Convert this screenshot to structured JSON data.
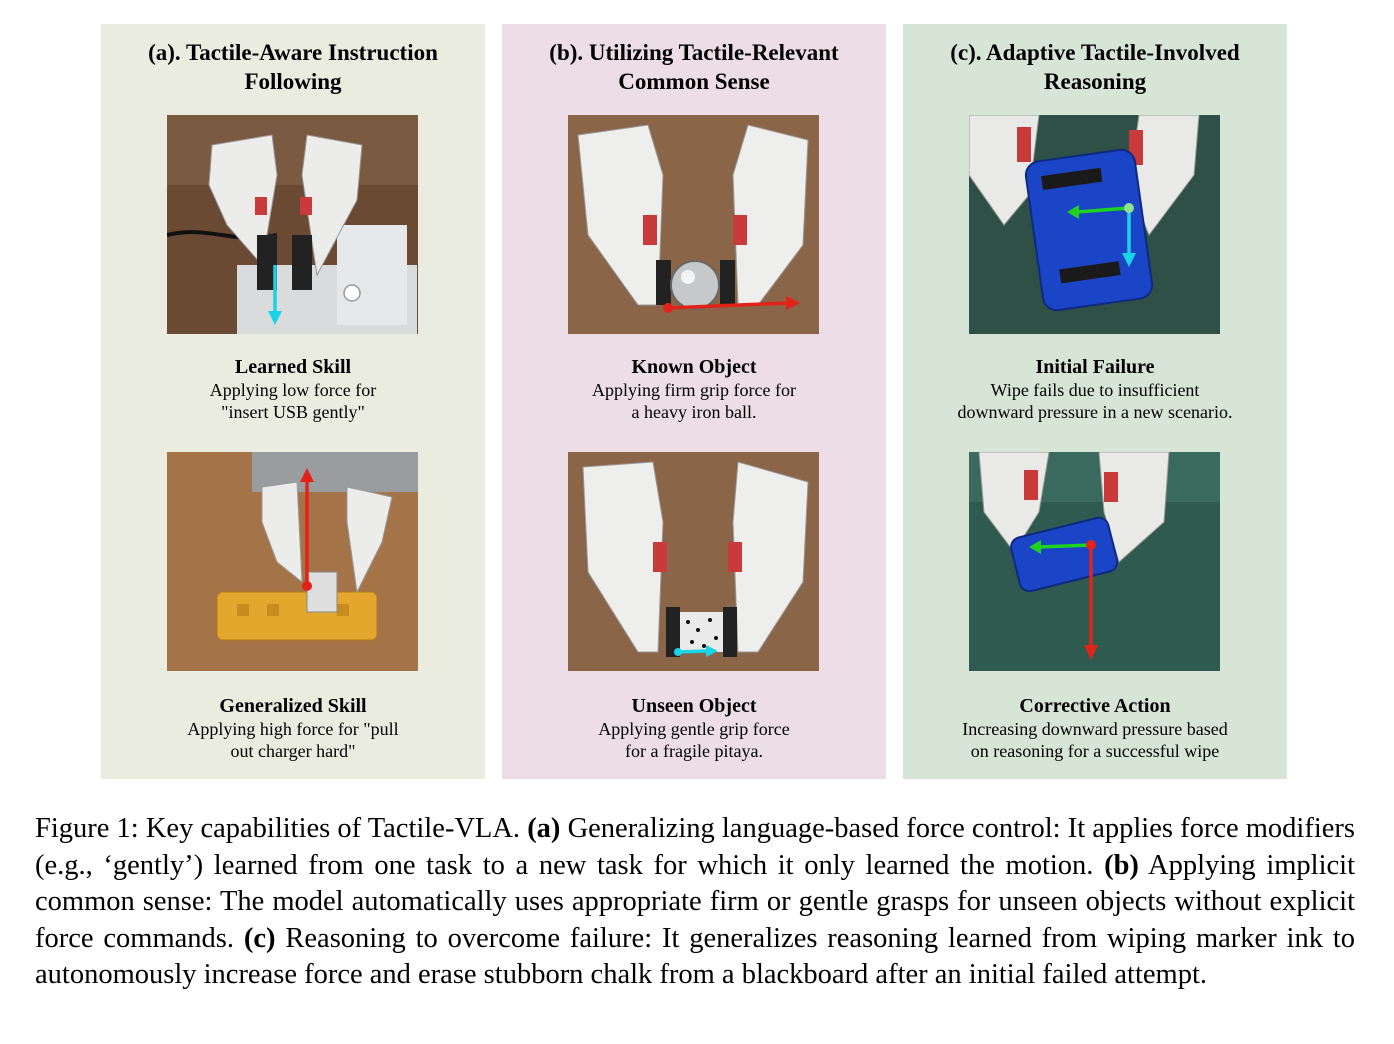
{
  "panels": [
    {
      "title_line1": "(a). Tactile-Aware Instruction",
      "title_line2": "Following",
      "top": {
        "title": "Learned Skill",
        "line1": "Applying low force for",
        "line2": "\"insert USB gently\""
      },
      "bottom": {
        "title": "Generalized Skill",
        "line1": "Applying high force for \"pull",
        "line2": "out charger hard\""
      }
    },
    {
      "title_line1": "(b). Utilizing Tactile-Relevant",
      "title_line2": "Common Sense",
      "top": {
        "title": "Known Object",
        "line1": "Applying firm grip force for",
        "line2": "a heavy iron ball."
      },
      "bottom": {
        "title": "Unseen Object",
        "line1": "Applying gentle grip force",
        "line2": "for a fragile pitaya."
      }
    },
    {
      "title_line1": "(c). Adaptive Tactile-Involved",
      "title_line2": "Reasoning",
      "top": {
        "title": "Initial Failure",
        "line1": "Wipe fails due to insufficient",
        "line2": "downward pressure in a new scenario."
      },
      "bottom": {
        "title": "Corrective Action",
        "line1": "Increasing downward pressure based",
        "line2": "on reasoning for a successful wipe"
      }
    }
  ],
  "caption": {
    "label": "Figure 1: Key capabilities of Tactile-VLA.",
    "a_marker": "(a)",
    "a_text": "Generalizing language-based force control: It applies force modifiers (e.g., ‘gently’) learned from one task to a new task for which it only learned the motion.",
    "b_marker": "(b)",
    "b_text": "Applying implicit common sense: The model automatically uses appropriate firm or gentle grasps for unseen objects without explicit force commands.",
    "c_marker": "(c)",
    "c_text": "Reasoning to overcome failure: It generalizes reasoning learned from wiping marker ink to autonomously increase force and erase stubborn chalk from a blackboard after an initial failed attempt."
  },
  "colors": {
    "panel_a": "#e9ecdf",
    "panel_b": "#ecdde6",
    "panel_c": "#d7e5d6",
    "arrow_cyan": "#19d3e6",
    "arrow_red": "#e2231a",
    "arrow_green": "#1fd21f"
  }
}
